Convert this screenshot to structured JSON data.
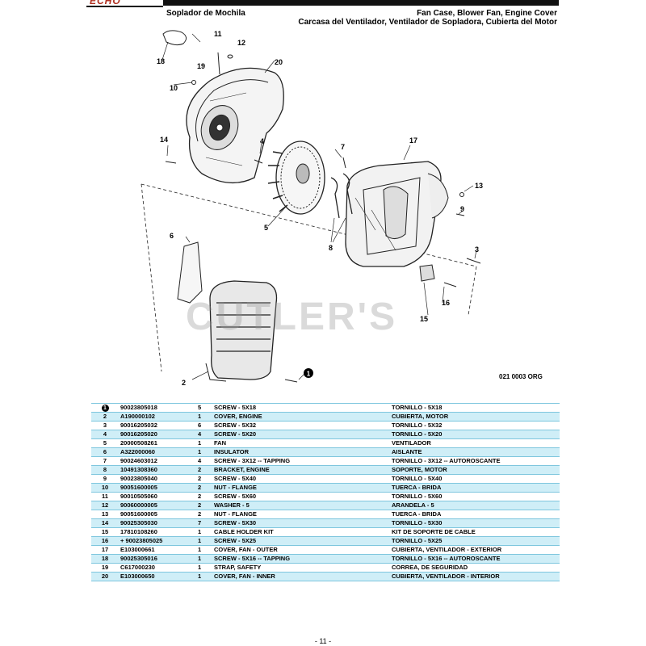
{
  "header": {
    "model_es": "Soplador de Mochila",
    "title_en": "Fan Case, Blower Fan, Engine Cover",
    "title_es": "Carcasa del Ventilador, Ventilador de Sopladora, Cubierta del Motor"
  },
  "diagram": {
    "callouts": [
      "1",
      "2",
      "3",
      "4",
      "5",
      "6",
      "7",
      "8",
      "9",
      "10",
      "11",
      "12",
      "13",
      "14",
      "15",
      "16",
      "17",
      "18",
      "19",
      "20"
    ],
    "figure_code": "021 0003 ORG",
    "watermark": "CUTLER'S"
  },
  "parts": [
    {
      "ref": "1",
      "pn": "90023805018",
      "qty": "5",
      "en": "SCREW - 5X18",
      "es": "TORNILLO - 5X18"
    },
    {
      "ref": "2",
      "pn": "A190000102",
      "qty": "1",
      "en": "COVER, ENGINE",
      "es": "CUBIERTA, MOTOR"
    },
    {
      "ref": "3",
      "pn": "90016205032",
      "qty": "6",
      "en": "SCREW - 5X32",
      "es": "TORNILLO - 5X32"
    },
    {
      "ref": "4",
      "pn": "90016205020",
      "qty": "4",
      "en": "SCREW - 5X20",
      "es": "TORNILLO - 5X20"
    },
    {
      "ref": "5",
      "pn": "20000508261",
      "qty": "1",
      "en": "FAN",
      "es": "VENTILADOR"
    },
    {
      "ref": "6",
      "pn": "A322000060",
      "qty": "1",
      "en": "INSULATOR",
      "es": "AISLANTE"
    },
    {
      "ref": "7",
      "pn": "90024603012",
      "qty": "4",
      "en": "SCREW - 3X12 -- TAPPING",
      "es": "TORNILLO - 3X12 -- AUTOROSCANTE"
    },
    {
      "ref": "8",
      "pn": "10491308360",
      "qty": "2",
      "en": "BRACKET, ENGINE",
      "es": "SOPORTE, MOTOR"
    },
    {
      "ref": "9",
      "pn": "90023805040",
      "qty": "2",
      "en": "SCREW - 5X40",
      "es": "TORNILLO - 5X40"
    },
    {
      "ref": "10",
      "pn": "90051600005",
      "qty": "2",
      "en": "NUT - FLANGE",
      "es": "TUERCA - BRIDA"
    },
    {
      "ref": "11",
      "pn": "90010505060",
      "qty": "2",
      "en": "SCREW - 5X60",
      "es": "TORNILLO - 5X60"
    },
    {
      "ref": "12",
      "pn": "90060000005",
      "qty": "2",
      "en": "WASHER - 5",
      "es": "ARANDELA - 5"
    },
    {
      "ref": "13",
      "pn": "90051600005",
      "qty": "2",
      "en": "NUT - FLANGE",
      "es": "TUERCA - BRIDA"
    },
    {
      "ref": "14",
      "pn": "90025305030",
      "qty": "7",
      "en": "SCREW - 5X30",
      "es": "TORNILLO - 5X30"
    },
    {
      "ref": "15",
      "pn": "17810108260",
      "qty": "1",
      "en": "CABLE HOLDER KIT",
      "es": "KIT DE SOPORTE DE CABLE"
    },
    {
      "ref": "16",
      "pn": "+ 90023805025",
      "qty": "1",
      "en": "SCREW - 5X25",
      "es": "TORNILLO - 5X25"
    },
    {
      "ref": "17",
      "pn": "E103000661",
      "qty": "1",
      "en": "COVER, FAN - OUTER",
      "es": "CUBIERTA, VENTILADOR - EXTERIOR"
    },
    {
      "ref": "18",
      "pn": "90025305016",
      "qty": "1",
      "en": "SCREW - 5X16 -- TAPPING",
      "es": "TORNILLO - 5X16 -- AUTOROSCANTE"
    },
    {
      "ref": "19",
      "pn": "C617000230",
      "qty": "1",
      "en": "STRAP, SAFETY",
      "es": "CORREA, DE SEGURIDAD"
    },
    {
      "ref": "20",
      "pn": "E103000650",
      "qty": "1",
      "en": "COVER, FAN - INNER",
      "es": "CUBIERTA, VENTILADOR - INTERIOR"
    }
  ],
  "footer": {
    "page": "- 11 -"
  }
}
